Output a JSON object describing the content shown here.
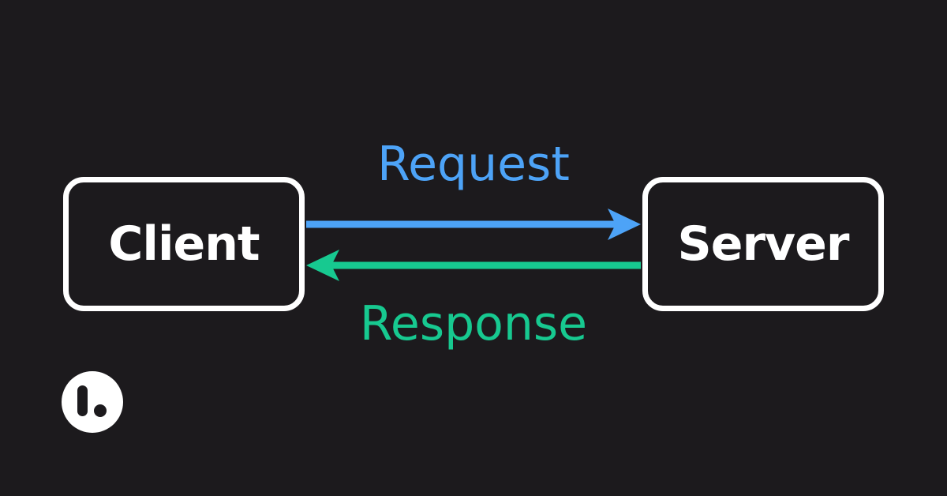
{
  "nodes": {
    "client": "Client",
    "server": "Server"
  },
  "edges": {
    "request": {
      "label": "Request",
      "color": "#4da3f7"
    },
    "response": {
      "label": "Response",
      "color": "#17c990"
    }
  },
  "colors": {
    "background": "#1c1a1d",
    "node_border": "#ffffff",
    "node_text": "#ffffff"
  },
  "logo": {
    "icon": "brand-logo-icon"
  }
}
